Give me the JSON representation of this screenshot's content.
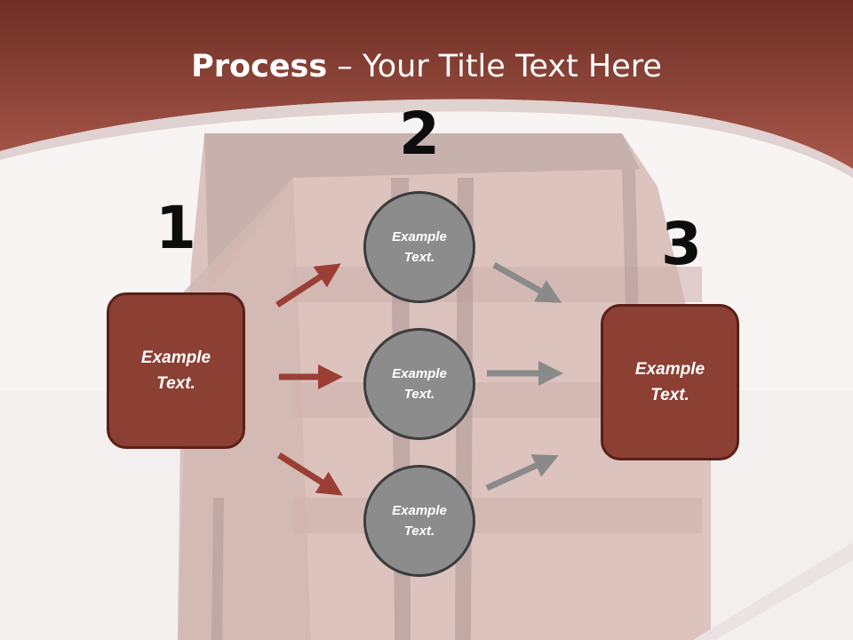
{
  "title": {
    "bold": "Process",
    "rest": " – Your Title Text Here"
  },
  "steps": {
    "n1": "1",
    "n2": "2",
    "n3": "3"
  },
  "boxes": {
    "left": "Example Text.",
    "right": "Example Text."
  },
  "circles": {
    "top": "Example Text.",
    "middle": "Example Text.",
    "bottom": "Example Text."
  },
  "colors": {
    "accent": "#8c3f33",
    "header": "#9a4a3e",
    "circle": "#8c8c8c",
    "arrow_red": "#9b3e34",
    "arrow_gray": "#8a8a8a"
  }
}
